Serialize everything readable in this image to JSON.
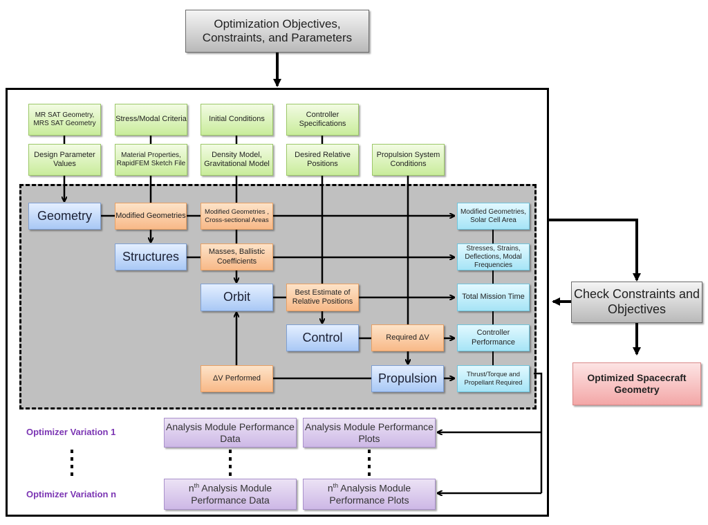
{
  "top": {
    "objectives": "Optimization Objectives, Constraints, and Parameters"
  },
  "inputs": {
    "geometry_src": "MR SAT Geometry, MRS SAT Geometry",
    "design_params": "Design Parameter Values",
    "stress_criteria": "Stress/Modal Criteria",
    "material_props": "Material Properties, RapidFEM Sketch File",
    "initial_conditions": "Initial Conditions",
    "density_model": "Density Model, Gravitational Model",
    "controller_specs": "Controller Specifications",
    "desired_positions": "Desired Relative Positions",
    "propulsion_conditions": "Propulsion System Conditions"
  },
  "modules": {
    "geometry": "Geometry",
    "structures": "Structures",
    "orbit": "Orbit",
    "control": "Control",
    "propulsion": "Propulsion"
  },
  "intermediates": {
    "modified_geometries": "Modified Geometries",
    "modified_geometries_cross": "Modified Geometries , Cross-sectional Areas",
    "masses_ballistic": "Masses, Ballistic Coefficients",
    "best_estimate": "Best Estimate of Relative Positions",
    "required_dv": "Required ΔV",
    "dv_performed": "ΔV Performed"
  },
  "outputs": {
    "solar_cell": "Modified Geometries, Solar Cell Area",
    "stresses": "Stresses, Strains, Deflections, Modal Frequencies",
    "mission_time": "Total Mission Time",
    "controller_perf": "Controller Performance",
    "thrust": "Thrust/Torque and Propellant Required"
  },
  "right": {
    "check": "Check Constraints and Objectives",
    "optimized": "Optimized Spacecraft Geometry"
  },
  "bottom": {
    "variation_1": "Optimizer Variation 1",
    "variation_n": "Optimizer Variation n",
    "perf_data": "Analysis Module Performance Data",
    "perf_plots": "Analysis Module Performance Plots",
    "nth_prefix": "n",
    "nth_sup": "th",
    "nth_data": " Analysis Module Performance Data",
    "nth_plots": " Analysis Module Performance Plots"
  }
}
